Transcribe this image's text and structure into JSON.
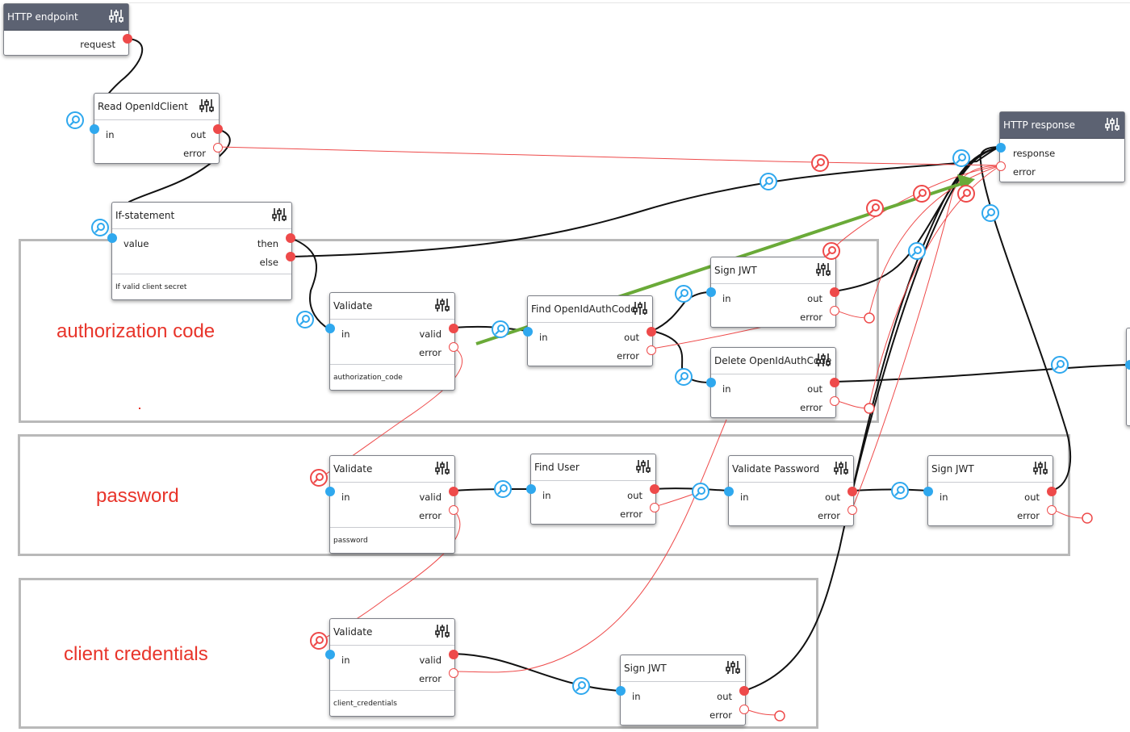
{
  "groups": [
    {
      "label": "authorization code"
    },
    {
      "label": "password"
    },
    {
      "label": "client credentials"
    }
  ],
  "nodes": {
    "http_endpoint": {
      "title": "HTTP endpoint",
      "ports": {
        "request": "request"
      }
    },
    "read_client": {
      "title": "Read OpenIdClient",
      "ports": {
        "in": "in",
        "out": "out",
        "error": "error"
      }
    },
    "if_statement": {
      "title": "If-statement",
      "ports": {
        "value": "value",
        "then": "then",
        "else": "else"
      },
      "note": "If valid client secret"
    },
    "validate_auth": {
      "title": "Validate",
      "ports": {
        "in": "in",
        "valid": "valid",
        "error": "error"
      },
      "note": "authorization_code"
    },
    "find_auth_code": {
      "title": "Find OpenIdAuthCode",
      "ports": {
        "in": "in",
        "out": "out",
        "error": "error"
      }
    },
    "sign_jwt_1": {
      "title": "Sign JWT",
      "ports": {
        "in": "in",
        "out": "out",
        "error": "error"
      }
    },
    "delete_auth_code": {
      "title": "Delete OpenIdAuthCode",
      "ports": {
        "in": "in",
        "out": "out",
        "error": "error"
      }
    },
    "http_response": {
      "title": "HTTP response",
      "ports": {
        "response": "response",
        "error": "error"
      }
    },
    "validate_password": {
      "title": "Validate",
      "ports": {
        "in": "in",
        "valid": "valid",
        "error": "error"
      },
      "note": "password"
    },
    "find_user": {
      "title": "Find User",
      "ports": {
        "in": "in",
        "out": "out",
        "error": "error"
      }
    },
    "validate_pw_node": {
      "title": "Validate Password",
      "ports": {
        "in": "in",
        "out": "out",
        "error": "error"
      }
    },
    "sign_jwt_2": {
      "title": "Sign JWT",
      "ports": {
        "in": "in",
        "out": "out",
        "error": "error"
      }
    },
    "validate_cc": {
      "title": "Validate",
      "ports": {
        "in": "in",
        "valid": "valid",
        "error": "error"
      },
      "note": "client_credentials"
    },
    "sign_jwt_3": {
      "title": "Sign JWT",
      "ports": {
        "in": "in",
        "out": "out",
        "error": "error"
      }
    }
  },
  "icons": {
    "configure": "sliders-icon",
    "inspect": "magnifier-icon"
  },
  "colors": {
    "accent_arrow": "#6aaa38",
    "group_label": "#e8342a",
    "success_port": "#2fa8ee",
    "error_port": "#ee4a4a",
    "dark_header": "#5c6272"
  }
}
